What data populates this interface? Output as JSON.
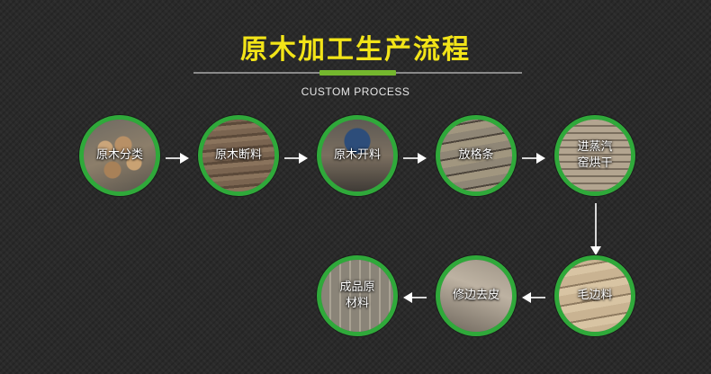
{
  "header": {
    "title": "原木加工生产流程",
    "subtitle": "CUSTOM PROCESS"
  },
  "colors": {
    "accent_green": "#2fa93a",
    "title_yellow": "#f2e418",
    "background": "#2a2a2a"
  },
  "steps": [
    {
      "label": "原木分类"
    },
    {
      "label": "原木断料"
    },
    {
      "label": "原木开料"
    },
    {
      "label": "放格条"
    },
    {
      "label": "进蒸汽\n窑烘干"
    },
    {
      "label": "毛边料"
    },
    {
      "label": "修边去皮"
    },
    {
      "label": "成品原\n材料"
    }
  ]
}
